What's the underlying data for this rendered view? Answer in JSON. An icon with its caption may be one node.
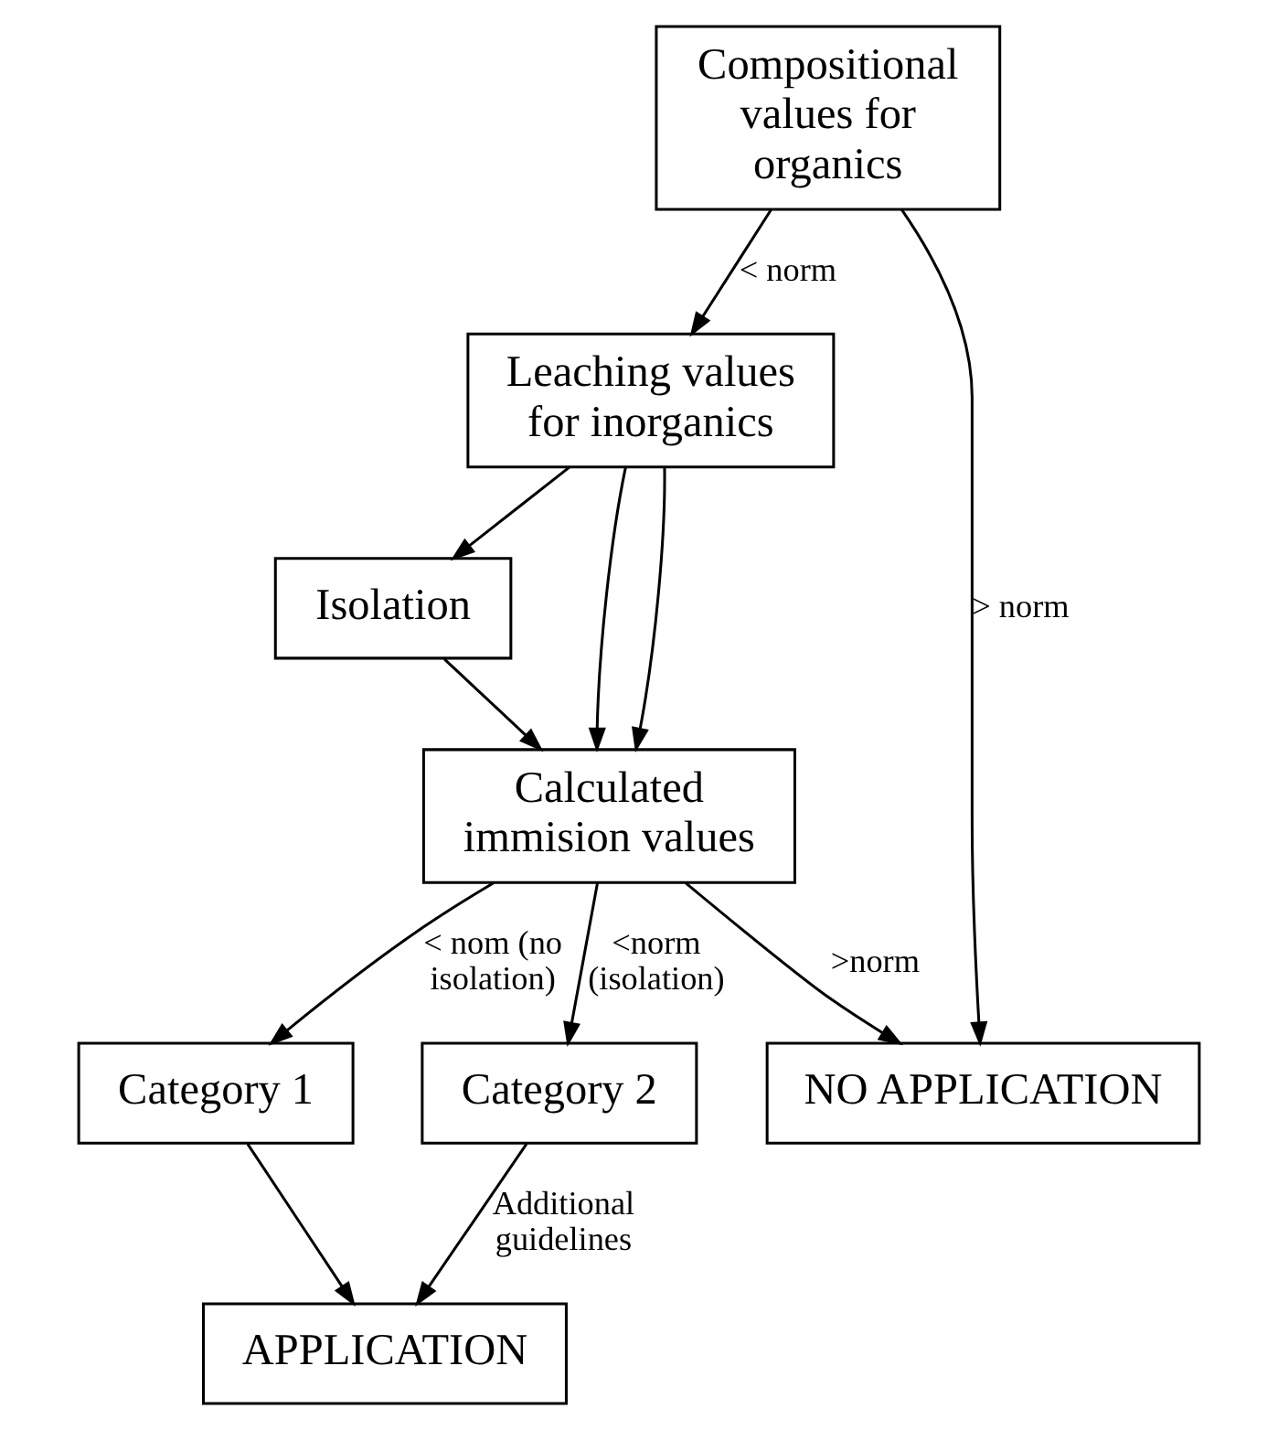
{
  "diagram": {
    "nodes": [
      {
        "text": [
          "Compositional values for organics"
        ]
      },
      {
        "text": [
          "Leaching values for inorganics"
        ]
      },
      {
        "text": [
          "Isolation"
        ]
      },
      {
        "text": [
          "Calculated immision values"
        ]
      },
      {
        "text": [
          "Category 1"
        ]
      },
      {
        "text": [
          "Category 2"
        ]
      },
      {
        "text": [
          "APPLICATION"
        ]
      },
      {
        "text": [
          "NO APPLICATION"
        ]
      }
    ],
    "edges": [
      {
        "from": 0,
        "to": 1,
        "arrow": "to",
        "label": "< norm"
      },
      {
        "from": 0,
        "to": 7,
        "arrow": "to",
        "label": "> norm"
      },
      {
        "from": 1,
        "to": 3,
        "arrow": "to"
      },
      {
        "from": 1,
        "to": 2,
        "arrow": "to"
      },
      {
        "from": 1,
        "to": 3,
        "arrow": "to"
      },
      {
        "from": 2,
        "to": 3,
        "arrow": "to"
      },
      {
        "from": 3,
        "to": 4,
        "arrow": "to",
        "label": "< nom (no isolation)"
      },
      {
        "from": 3,
        "to": 5,
        "arrow": "to",
        "label": "<norm (isolation)"
      },
      {
        "from": 3,
        "to": 7,
        "arrow": "to",
        "label": ">norm"
      },
      {
        "from": 4,
        "to": 6,
        "arrow": "to"
      },
      {
        "from": 5,
        "to": 6,
        "arrow": "to",
        "label": "Additional guidelines"
      }
    ]
  }
}
